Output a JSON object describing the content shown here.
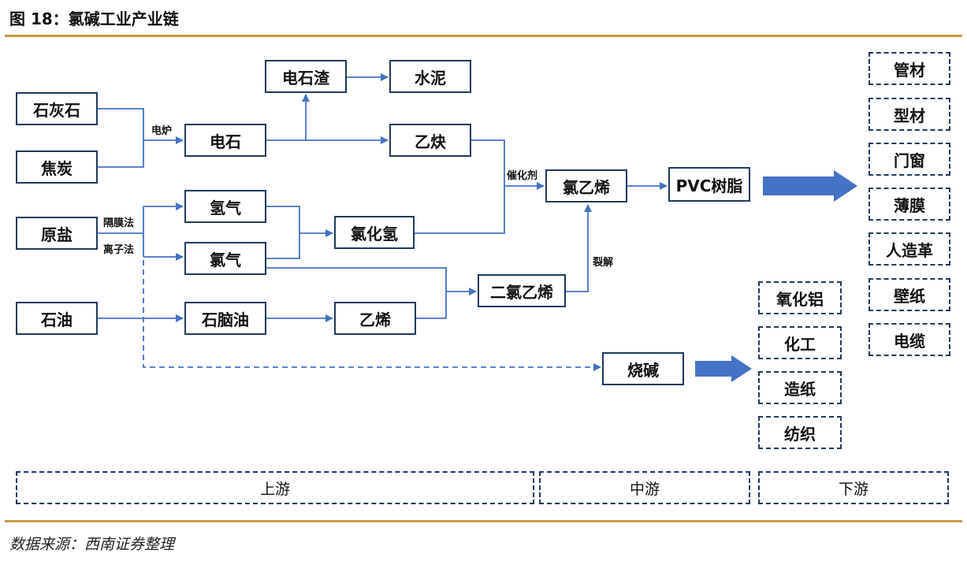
{
  "figure": {
    "title": "图 18：氯碱工业产业链",
    "source": "数据来源：西南证券整理"
  },
  "nodes": {
    "limestone": "石灰石",
    "coke": "焦炭",
    "salt": "原盐",
    "petroleum": "石油",
    "carbide_slag": "电石渣",
    "cement": "水泥",
    "calcium_carbide": "电石",
    "acetylene": "乙炔",
    "hydrogen": "氢气",
    "chlorine": "氯气",
    "hydrogen_chloride": "氯化氢",
    "vinyl_chloride": "氯乙烯",
    "pvc_resin": "PVC树脂",
    "naphtha": "石脑油",
    "ethylene": "乙烯",
    "dichloroethane": "二氯乙烯",
    "caustic_soda": "烧碱"
  },
  "edge_labels": {
    "furnace": "电炉",
    "diaphragm": "隔膜法",
    "ion_membrane": "离子法",
    "catalyst": "催化剂",
    "cracking": "裂解"
  },
  "pvc_downstream": [
    "管材",
    "型材",
    "门窗",
    "薄膜",
    "人造革",
    "壁纸",
    "电缆"
  ],
  "caustic_downstream": [
    "氧化铝",
    "化工",
    "造纸",
    "纺织"
  ],
  "stages": {
    "upstream": "上游",
    "midstream": "中游",
    "downstream": "下游"
  },
  "colors": {
    "box_border": "#1f3a5f",
    "connector": "#4472c4",
    "big_arrow": "#4472c4",
    "rule": "#c79a4b"
  }
}
